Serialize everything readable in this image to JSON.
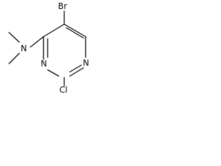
{
  "molecule": {
    "atoms": {
      "br": "Br",
      "n_amine": "N",
      "n_ring_top": "N",
      "n_ring_bottom": "N",
      "cl": "Cl"
    }
  },
  "colors": {
    "bond": "#000000",
    "text": "#000000",
    "background": "#ffffff"
  }
}
